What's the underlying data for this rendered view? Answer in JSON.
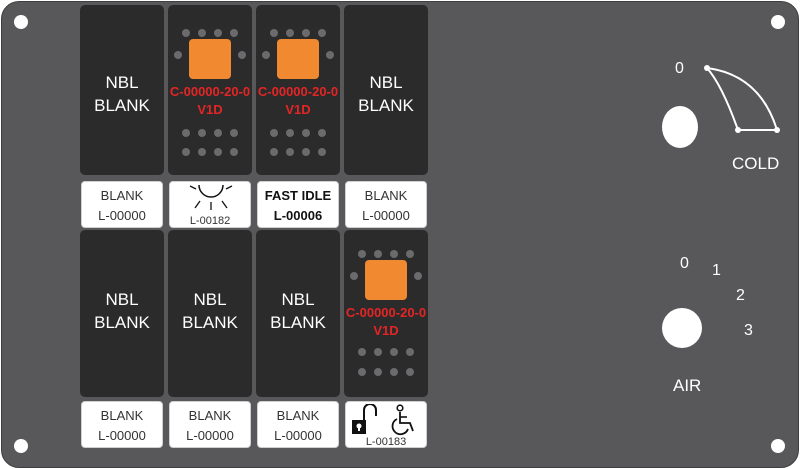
{
  "switches_top": [
    {
      "type": "blank",
      "line1": "NBL",
      "line2": "BLANK"
    },
    {
      "type": "lamp",
      "code": "C-00000-20-0V1D"
    },
    {
      "type": "lamp",
      "code": "C-00000-20-0V1D"
    },
    {
      "type": "blank",
      "line1": "NBL",
      "line2": "BLANK"
    }
  ],
  "labels_top": [
    {
      "line1": "BLANK",
      "line2": "L-00000"
    },
    {
      "icon": "light-icon",
      "code": "L-00182"
    },
    {
      "line1": "FAST IDLE",
      "line2": "L-00006"
    },
    {
      "line1": "BLANK",
      "line2": "L-00000"
    }
  ],
  "switches_bottom": [
    {
      "type": "blank",
      "line1": "NBL",
      "line2": "BLANK"
    },
    {
      "type": "blank",
      "line1": "NBL",
      "line2": "BLANK"
    },
    {
      "type": "blank",
      "line1": "NBL",
      "line2": "BLANK"
    },
    {
      "type": "lamp",
      "code": "C-00000-20-0V1D"
    }
  ],
  "labels_bottom": [
    {
      "line1": "BLANK",
      "line2": "L-00000"
    },
    {
      "line1": "BLANK",
      "line2": "L-00000"
    },
    {
      "line1": "BLANK",
      "line2": "L-00000"
    },
    {
      "icons": [
        "unlock-icon",
        "wheelchair-icon"
      ],
      "code": "L-00183"
    }
  ],
  "cold_dial": {
    "label": "COLD",
    "min_label": "0"
  },
  "air_dial": {
    "label": "AIR",
    "positions": [
      "0",
      "1",
      "2",
      "3"
    ]
  },
  "colors": {
    "panel": "#58585a",
    "switch": "#2b2b2b",
    "lamp": "#f0892f",
    "code_red": "#e42525"
  }
}
